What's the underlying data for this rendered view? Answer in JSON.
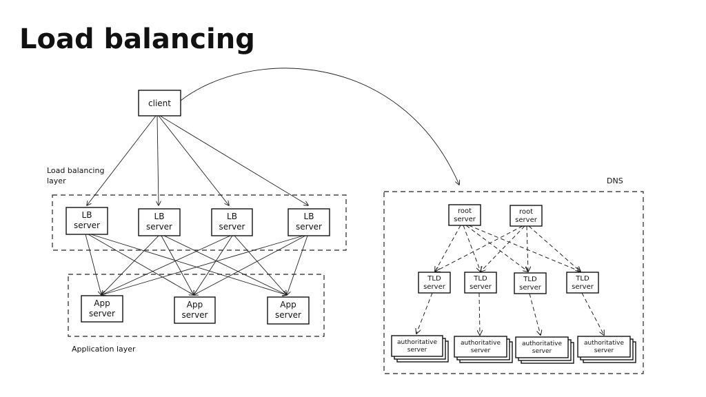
{
  "title": "Load balancing",
  "client": "client",
  "lb_layer_label": [
    "Load balancing",
    "layer"
  ],
  "app_layer_label": "Application layer",
  "dns_label": "DNS",
  "lb_servers": [
    [
      "LB",
      "server"
    ],
    [
      "LB",
      "server"
    ],
    [
      "LB",
      "server"
    ],
    [
      "LB",
      "server"
    ]
  ],
  "app_servers": [
    [
      "App",
      "server"
    ],
    [
      "App",
      "server"
    ],
    [
      "App",
      "server"
    ]
  ],
  "root_servers": [
    [
      "root",
      "server"
    ],
    [
      "root",
      "server"
    ]
  ],
  "tld_servers": [
    [
      "TLD",
      "server"
    ],
    [
      "TLD",
      "server"
    ],
    [
      "TLD",
      "server"
    ],
    [
      "TLD",
      "server"
    ]
  ],
  "auth_servers": [
    [
      "authoritative",
      "server"
    ],
    [
      "authoritative",
      "server"
    ],
    [
      "authoritative",
      "server"
    ],
    [
      "authoritative",
      "server"
    ]
  ]
}
